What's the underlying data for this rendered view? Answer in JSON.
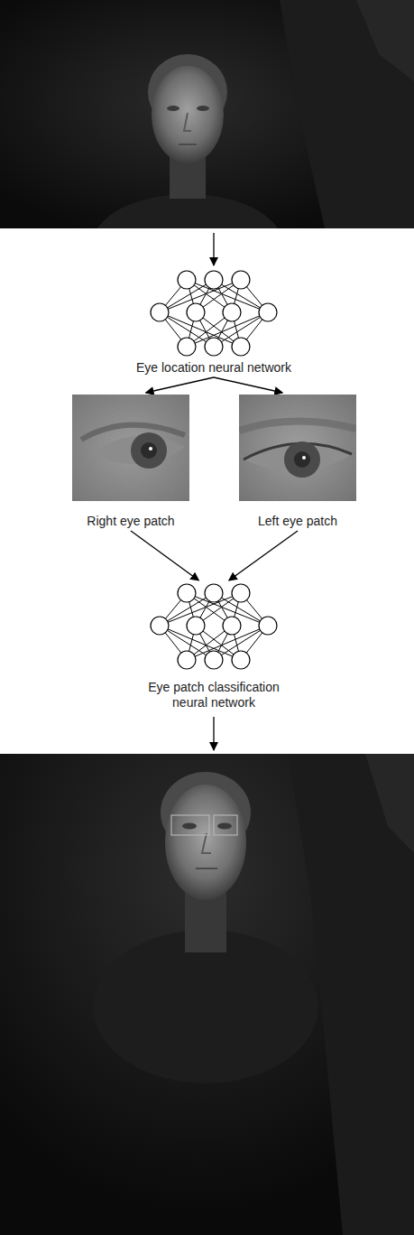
{
  "diagram": {
    "nodes": [
      {
        "text": [
          "Eye location neural network"
        ]
      },
      {
        "text": [
          "Right eye patch"
        ]
      },
      {
        "text": [
          "Left eye patch"
        ]
      },
      {
        "text": [
          "Eye patch classification neural network"
        ]
      }
    ],
    "edges": [
      {
        "from": 0,
        "to": 1,
        "arrow": "to"
      },
      {
        "from": 0,
        "to": 2,
        "arrow": "to"
      },
      {
        "from": 1,
        "to": 3,
        "arrow": "to"
      },
      {
        "from": 2,
        "to": 3,
        "arrow": "to"
      }
    ]
  }
}
